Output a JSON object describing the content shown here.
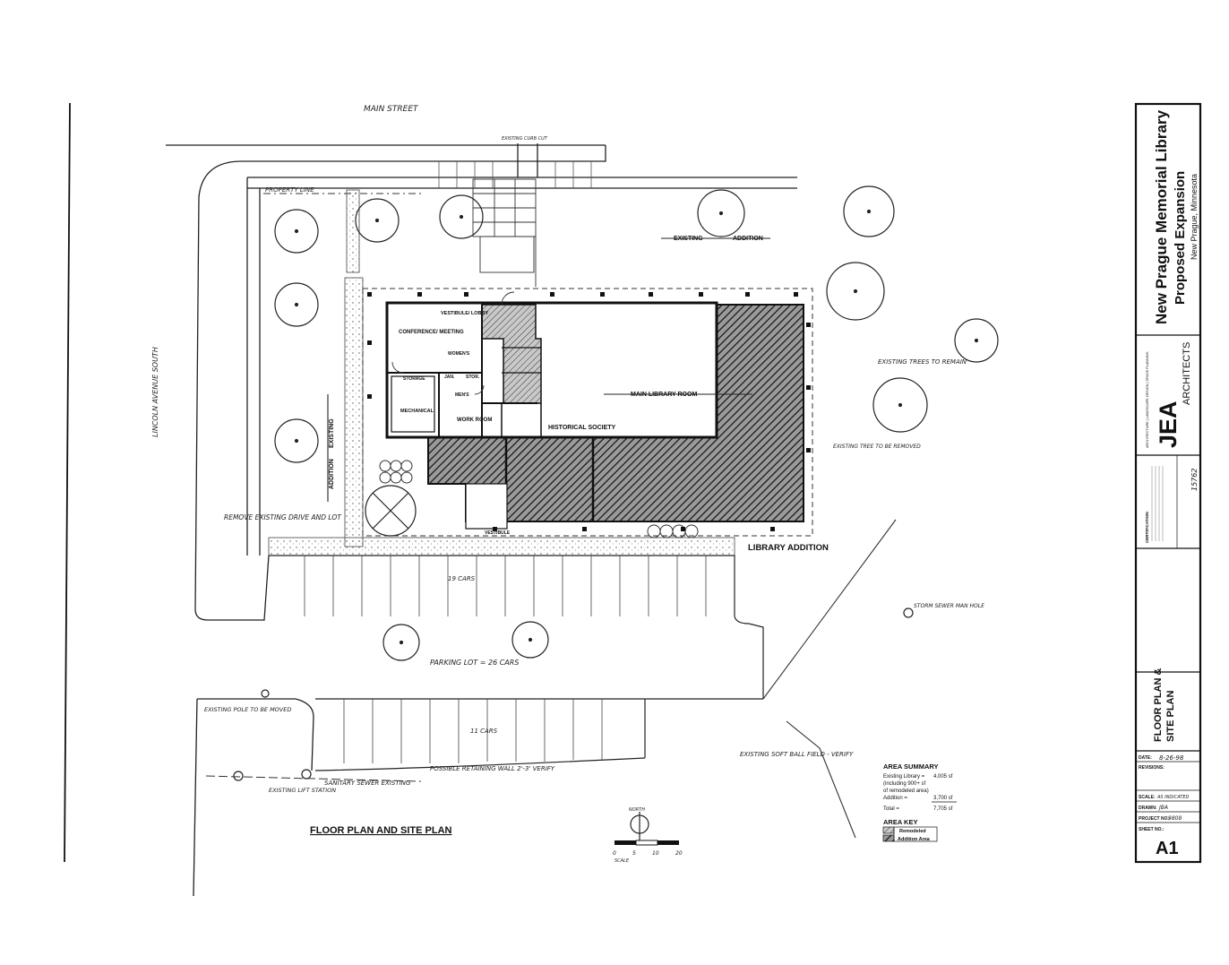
{
  "labels": {
    "main_street": "MAIN STREET",
    "lincoln_avenue": "LINCOLN AVENUE SOUTH",
    "existing_curb_cut": "EXISTING CURB CUT",
    "property_line": "PROPERTY LINE",
    "existing": "EXISTING",
    "addition": "ADDITION",
    "vestibule_lobby": "VESTIBULE/ LOBBY",
    "conference_meeting": "CONFERENCE/ MEETING",
    "womens": "WOMEN'S",
    "mens": "MEN'S",
    "jan": "JAN.",
    "stor": "STOR.",
    "storage": "STORAGE",
    "mechanical": "MECHANICAL",
    "work_room": "WORK ROOM",
    "main_library_room": "MAIN LIBRARY ROOM",
    "historical_society": "HISTORICAL SOCIETY",
    "vestibule": "VESTIBULE",
    "library_addition": "LIBRARY ADDITION",
    "existing_trees_remain": "EXISTING TREES TO REMAIN",
    "existing_tree_removed": "EXISTING TREE TO BE REMOVED",
    "remove_drive": "REMOVE EXISTING DRIVE AND LOT",
    "cars_19": "19 CARS",
    "parking_lot": "PARKING LOT = 26 CARS",
    "cars_11": "11 CARS",
    "storm_sewer": "STORM SEWER MAN HOLE",
    "existing_pole": "EXISTING POLE TO BE MOVED",
    "possible_wall": "POSSIBLE RETAINING WALL 2'-3' VERIFY",
    "sanitary_sewer": "SANITARY SEWER EXISTING",
    "lift_station": "EXISTING LIFT STATION",
    "softball_field": "EXISTING SOFT BALL FIELD - VERIFY",
    "floor_plan_title": "FLOOR PLAN AND SITE PLAN",
    "north": "NORTH",
    "scale_text": "SCALE",
    "scale_ticks": [
      "0",
      "5",
      "10",
      "20"
    ]
  },
  "area_summary": {
    "title": "AREA SUMMARY",
    "existing_line": "Existing Library =",
    "existing_value": "4,005 sf",
    "including_1": "(including 900+ sf",
    "including_2": "of remodeled area)",
    "addition_line": "Addition =",
    "addition_value": "3,700 sf",
    "total_line": "Total =",
    "total_value": "7,705 sf",
    "key_title": "AREA KEY",
    "key_remodeled": "Remodeled",
    "key_addition": "Addition Area"
  },
  "title_block": {
    "project_line1": "New Prague Memorial Library",
    "project_line2": "Proposed Expansion",
    "location": "New Prague, Minnesota",
    "firm_initials": "JEA",
    "firm_name": "ARCHITECTS",
    "firm_tagline": "ARCHITECTURE | LANDSCAPE DESIGN | SPACE PLANNING",
    "certification_title": "CERTIFICATION:",
    "reg_no": "15762",
    "sheet_title_1": "FLOOR PLAN &",
    "sheet_title_2": "SITE PLAN",
    "date_label": "DATE:",
    "date_value": "8-26-98",
    "revisions_label": "REVISIONS:",
    "scale_label": "SCALE:",
    "scale_value": "AS INDICATED",
    "drawn_label": "DRAWN:",
    "drawn_value": "JBA",
    "project_no_label": "PROJECT NO.:",
    "project_no_value": "9808",
    "sheet_no_label": "SHEET NO.:",
    "sheet_no_value": "A1"
  }
}
